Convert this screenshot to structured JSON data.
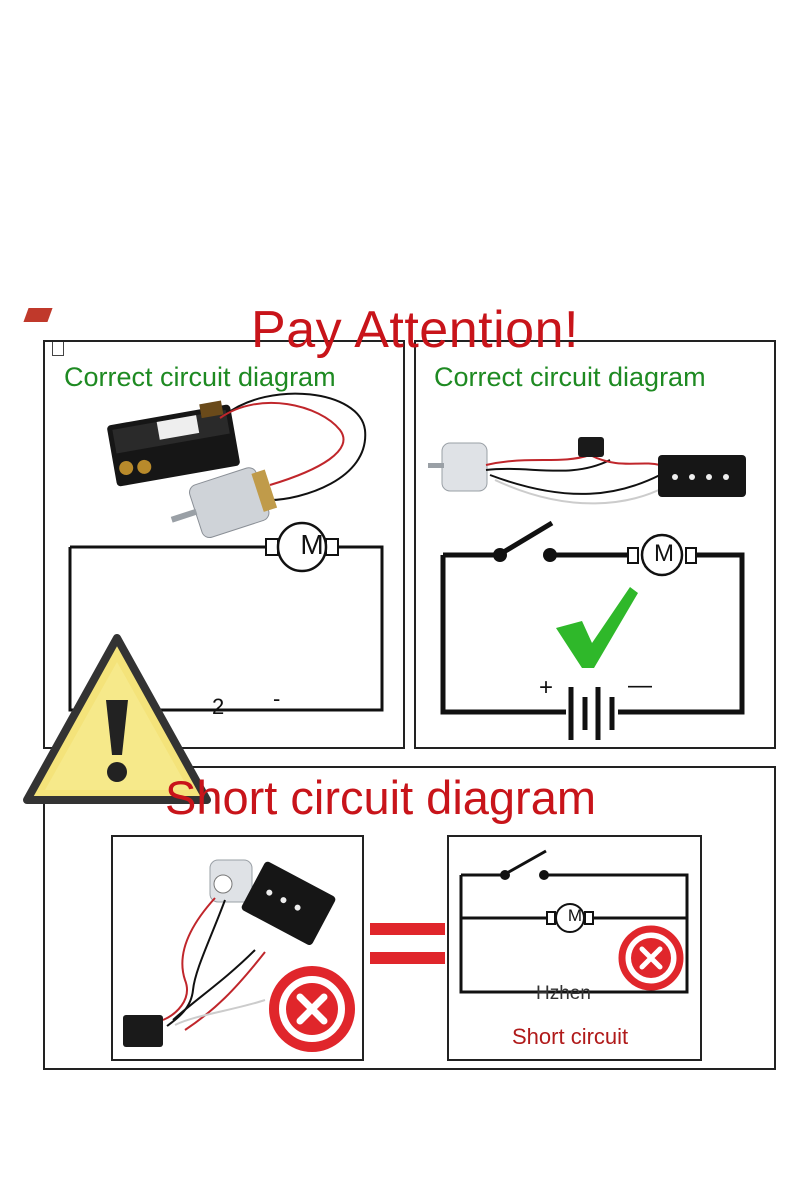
{
  "title": "Pay Attention!",
  "panel_left": {
    "heading": "Correct circuit diagram",
    "motor_label": "M",
    "note_number": "2",
    "note_sign": "-"
  },
  "panel_right": {
    "heading": "Correct circuit diagram",
    "motor_label": "M",
    "plus": "+",
    "minus": "—"
  },
  "short_section": {
    "heading": "Short circuit diagram",
    "equals": "=",
    "diagram": {
      "motor_label": "M",
      "watermark": "Hzhen",
      "caption": "Short circuit"
    }
  },
  "colors": {
    "title_red": "#c8141a",
    "heading_green": "#1e8a22",
    "check_green": "#2fb82a",
    "error_red": "#e0262b",
    "warning_yellow": "#f4e37a"
  },
  "icons": {
    "warning": "warning-triangle-icon",
    "check": "checkmark-icon",
    "error": "cross-circle-icon"
  }
}
